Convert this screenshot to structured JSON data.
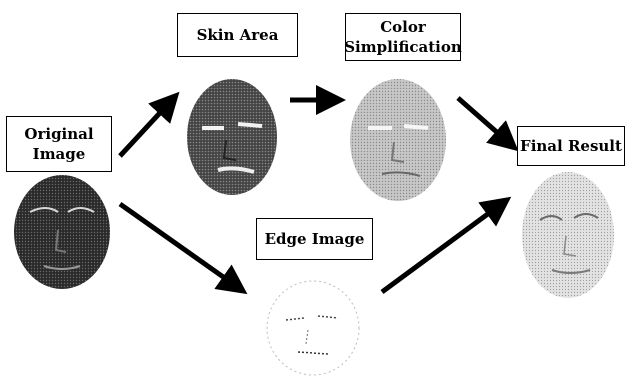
{
  "labels": {
    "original_line1": "Original",
    "original_line2": "Image",
    "skin_area": "Skin Area",
    "color_line1": "Color",
    "color_line2": "Simplification",
    "final_result": "Final Result",
    "edge_image": "Edge Image"
  },
  "images": {
    "original": {
      "icon": "face-original-photo",
      "tone": "#3a3a3a"
    },
    "skin_area": {
      "icon": "face-skin-area",
      "tone": "#4a4a4a"
    },
    "color_simplification": {
      "icon": "face-color-simplified",
      "tone": "#b8b8b8"
    },
    "edge_image": {
      "icon": "face-edge-sketch",
      "tone": "#ffffff"
    },
    "final_result": {
      "icon": "face-final-result",
      "tone": "#d4d4d4"
    }
  },
  "arrows": [
    {
      "name": "arrow-original-to-skin",
      "from": "Original Image",
      "to": "Skin Area"
    },
    {
      "name": "arrow-skin-to-color",
      "from": "Skin Area",
      "to": "Color Simplification"
    },
    {
      "name": "arrow-color-to-final",
      "from": "Color Simplification",
      "to": "Final Result"
    },
    {
      "name": "arrow-original-to-edge",
      "from": "Original Image",
      "to": "Edge Image"
    },
    {
      "name": "arrow-edge-to-final",
      "from": "Edge Image",
      "to": "Final Result"
    }
  ],
  "colors": {
    "arrow": "#000000",
    "box_border": "#000000",
    "background": "#ffffff"
  }
}
